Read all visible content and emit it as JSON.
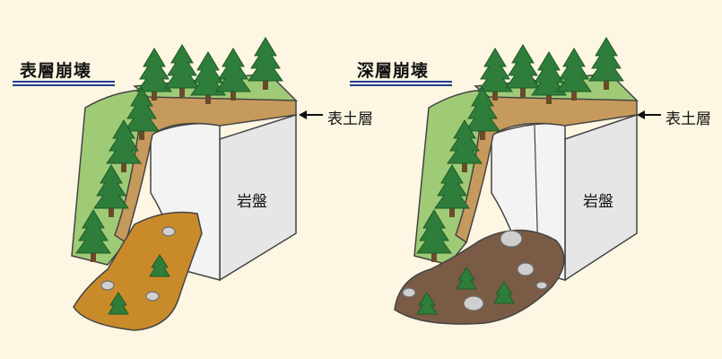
{
  "panels": [
    {
      "title": "表層崩壊",
      "topsoil_label": "表土層",
      "bedrock_label": "岩盤"
    },
    {
      "title": "深層崩壊",
      "topsoil_label": "表土層",
      "bedrock_label": "岩盤"
    }
  ],
  "colors": {
    "background": "#fdf6e2",
    "grass": "#9fcb77",
    "topsoil": "#c69a5c",
    "bedrock": "#e8e8e8",
    "shallow_debris": "#c98b2a",
    "deep_debris": "#7a5b46",
    "tree": "#2f7d3a",
    "title_rule": "#1f3f8f"
  },
  "icons": [
    "tree-icon",
    "rock-icon",
    "arrow-left-icon"
  ]
}
